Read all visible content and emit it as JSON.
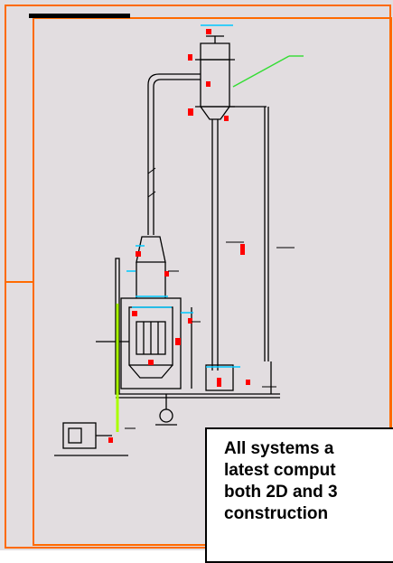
{
  "caption": {
    "lines": [
      "All systems a",
      "latest comput",
      "both 2D and 3",
      "construction"
    ]
  },
  "colors": {
    "background": "#e2dde0",
    "border": "#ff6a00",
    "linework": "#000000",
    "dimension": "#00c8ff",
    "callout": "#33dd33",
    "highlight": "#ff0000",
    "pipe_green": "#aaff00",
    "caption_bg": "#ffffff"
  }
}
